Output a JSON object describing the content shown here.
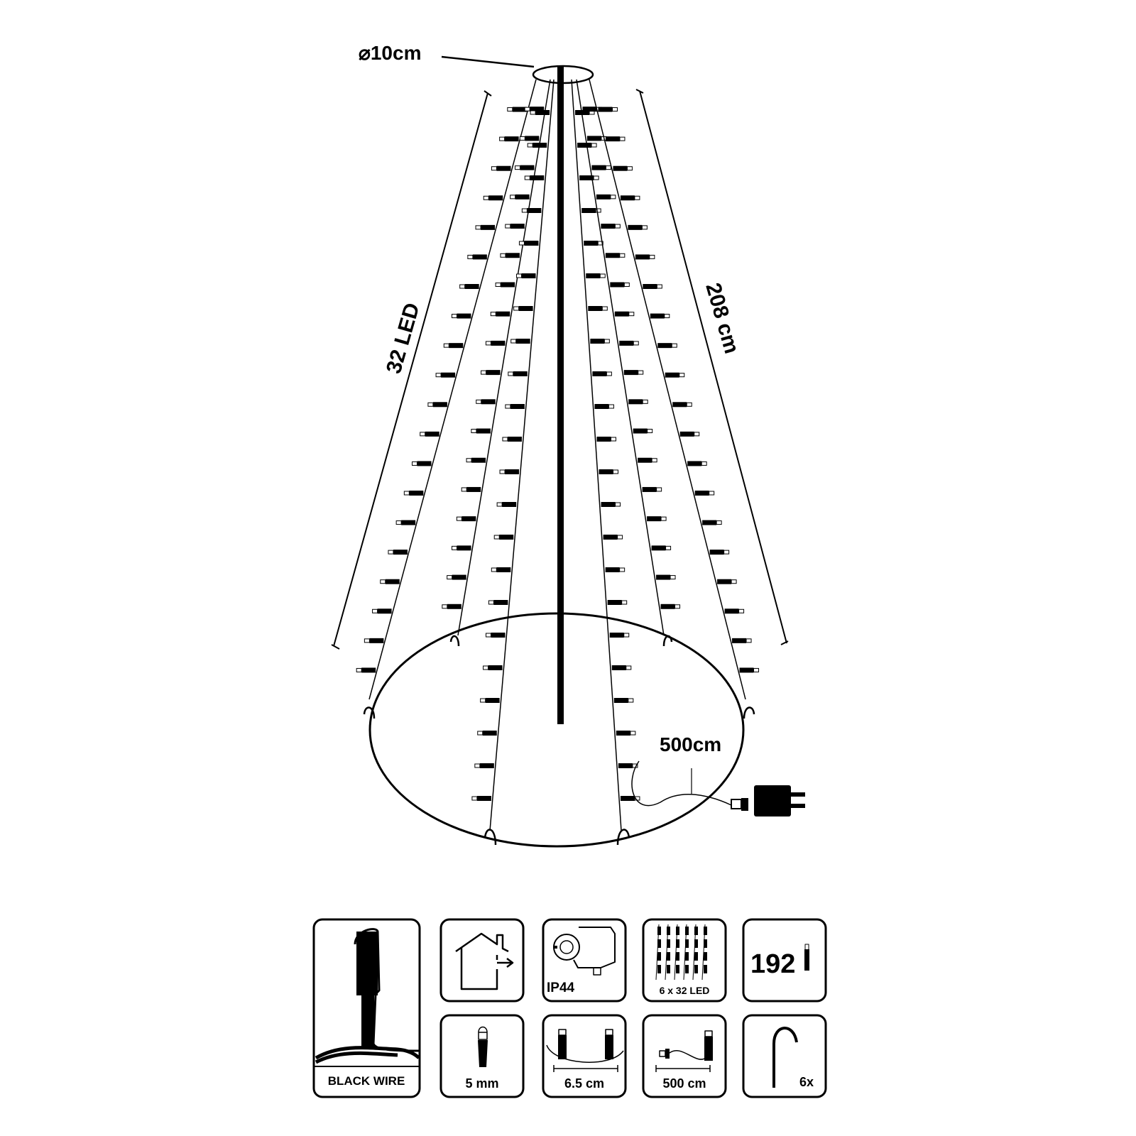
{
  "diagram": {
    "top_ring_label": "⌀10cm",
    "string_label": "32 LED",
    "height_label": "208 cm",
    "lead_label": "500cm",
    "colors": {
      "ink": "#000000",
      "background": "#ffffff"
    }
  },
  "specs": {
    "black_wire": "BLACK WIRE",
    "ip_rating": "IP44",
    "led_config": "6 x 32 LED",
    "total_leds": "192",
    "led_size": "5 mm",
    "led_spacing": "6.5 cm",
    "lead_length": "500 cm",
    "hooks": "6x"
  },
  "icons": {
    "black_wire": "led-on-wire-icon",
    "indoor_outdoor": "house-outdoor-icon",
    "adapter": "power-adapter-icon",
    "led_config": "led-strings-icon",
    "total_leds": "led-bulb-icon",
    "led_size": "led-bulb-icon",
    "led_spacing": "led-spacing-icon",
    "lead_length": "lead-cable-icon",
    "hooks": "ground-hook-icon"
  }
}
